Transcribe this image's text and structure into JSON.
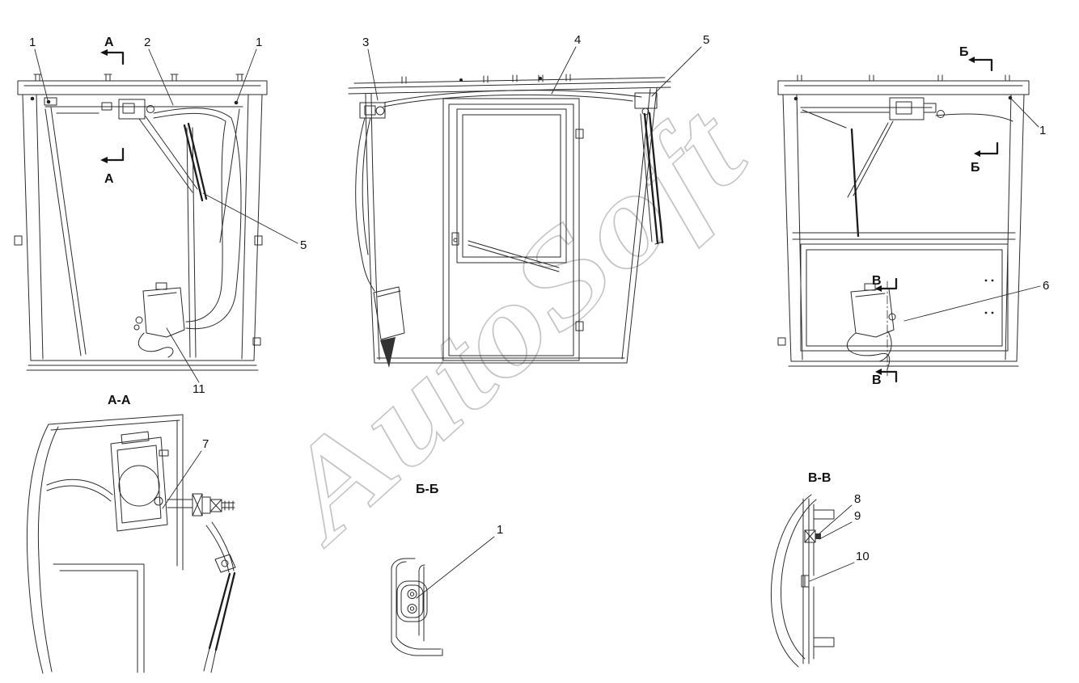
{
  "watermark": "AutoSoft",
  "front_view": {
    "callout_1_left": "1",
    "section_mark_a_top": "А",
    "callout_2": "2",
    "callout_1_right": "1",
    "section_mark_a_bottom": "А",
    "callout_5": "5",
    "callout_11": "11"
  },
  "side_view": {
    "callout_3": "3",
    "callout_4": "4",
    "callout_5": "5"
  },
  "rear_view": {
    "section_mark_b_top": "Б",
    "callout_1": "1",
    "section_mark_b_bottom": "Б",
    "section_mark_v_top": "В",
    "callout_6": "6",
    "section_mark_v_bottom": "В"
  },
  "section_aa": {
    "title": "А-А",
    "callout_7": "7"
  },
  "section_bb": {
    "title": "Б-Б",
    "callout_1": "1"
  },
  "section_vv": {
    "title": "В-В",
    "callout_8": "8",
    "callout_9": "9",
    "callout_10": "10"
  }
}
